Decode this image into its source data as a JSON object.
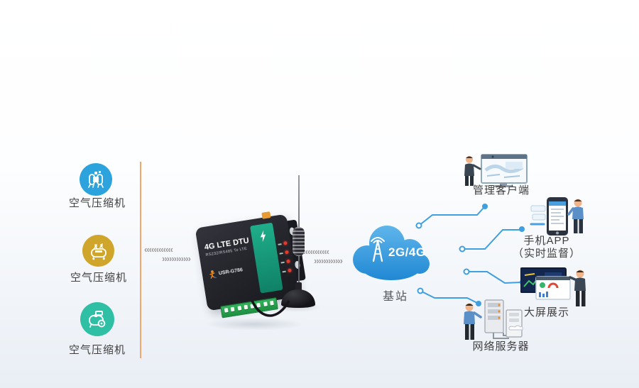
{
  "diagram": {
    "sources": {
      "divider_color": "#f2a86d",
      "items": [
        {
          "label": "空气压缩机",
          "color": "#2ca3dc",
          "icon": "air-compressor-duplex-icon"
        },
        {
          "label": "空气压缩机",
          "color": "#d0a52b",
          "icon": "air-compressor-tank-icon"
        },
        {
          "label": "空气压缩机",
          "color": "#2ebfa4",
          "icon": "air-compressor-portable-icon"
        }
      ]
    },
    "flow_arrows": {
      "color": "#9b9b9b",
      "left_glyphs": "‹‹‹‹‹‹‹‹‹‹‹‹",
      "right_glyphs": "››››››››››››"
    },
    "device": {
      "title": "4G LTE DTU",
      "subtitle": "RS232/RS485 To LTE",
      "model": "USR-G786",
      "body_color": "#24252b",
      "stripe_color": "#169a77",
      "led_color": "#e23b2e"
    },
    "cloud": {
      "network_label": "2G/4G",
      "caption": "基站",
      "color": "#2a93da"
    },
    "connection_color": "#3f9fdf",
    "destinations": [
      {
        "label": "管理客户端",
        "icon": "management-client-illustration"
      },
      {
        "label": "手机APP",
        "sublabel": "（实时监督）",
        "icon": "mobile-app-illustration"
      },
      {
        "label": "大屏展示",
        "icon": "big-screen-illustration"
      },
      {
        "label": "网络服务器",
        "icon": "network-server-illustration"
      }
    ]
  }
}
